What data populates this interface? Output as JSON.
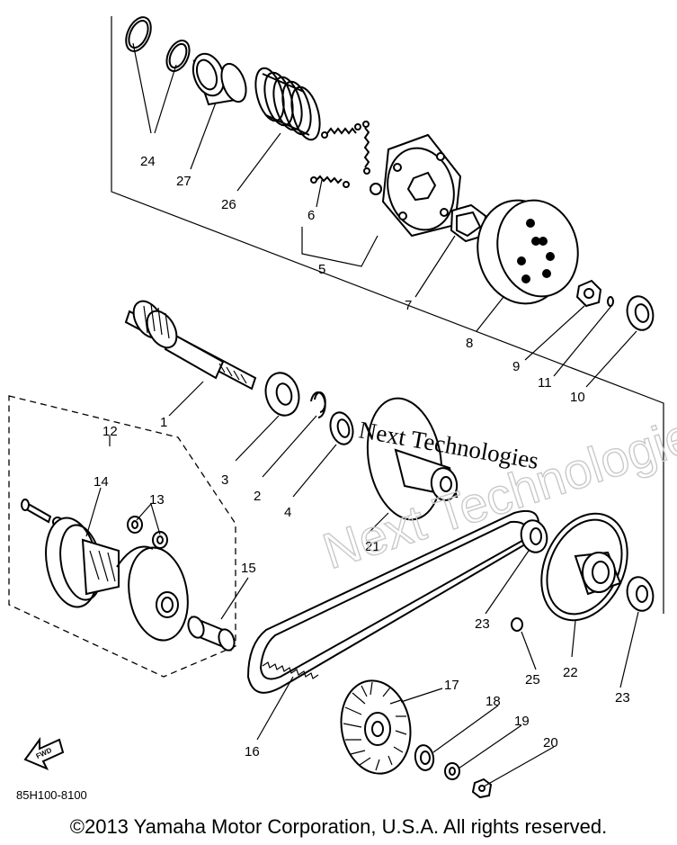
{
  "diagram_code": "85H100-8100",
  "watermark_primary": "Next Technologies",
  "watermark_outline": "Next Technologies",
  "copyright": "©2013 Yamaha Motor Corporation, U.S.A. All rights reserved.",
  "fwd_label": "FWD",
  "callouts": {
    "n1": "1",
    "n2": "2",
    "n3": "3",
    "n4": "4",
    "n5": "5",
    "n6": "6",
    "n7": "7",
    "n8": "8",
    "n9": "9",
    "n10": "10",
    "n11": "11",
    "n12": "12",
    "n13": "13",
    "n14": "14",
    "n15": "15",
    "n16": "16",
    "n17": "17",
    "n18": "18",
    "n19": "19",
    "n20": "20",
    "n21": "21",
    "n22": "22",
    "n23a": "23",
    "n23b": "23",
    "n24": "24",
    "n25": "25",
    "n26": "26",
    "n27": "27"
  }
}
